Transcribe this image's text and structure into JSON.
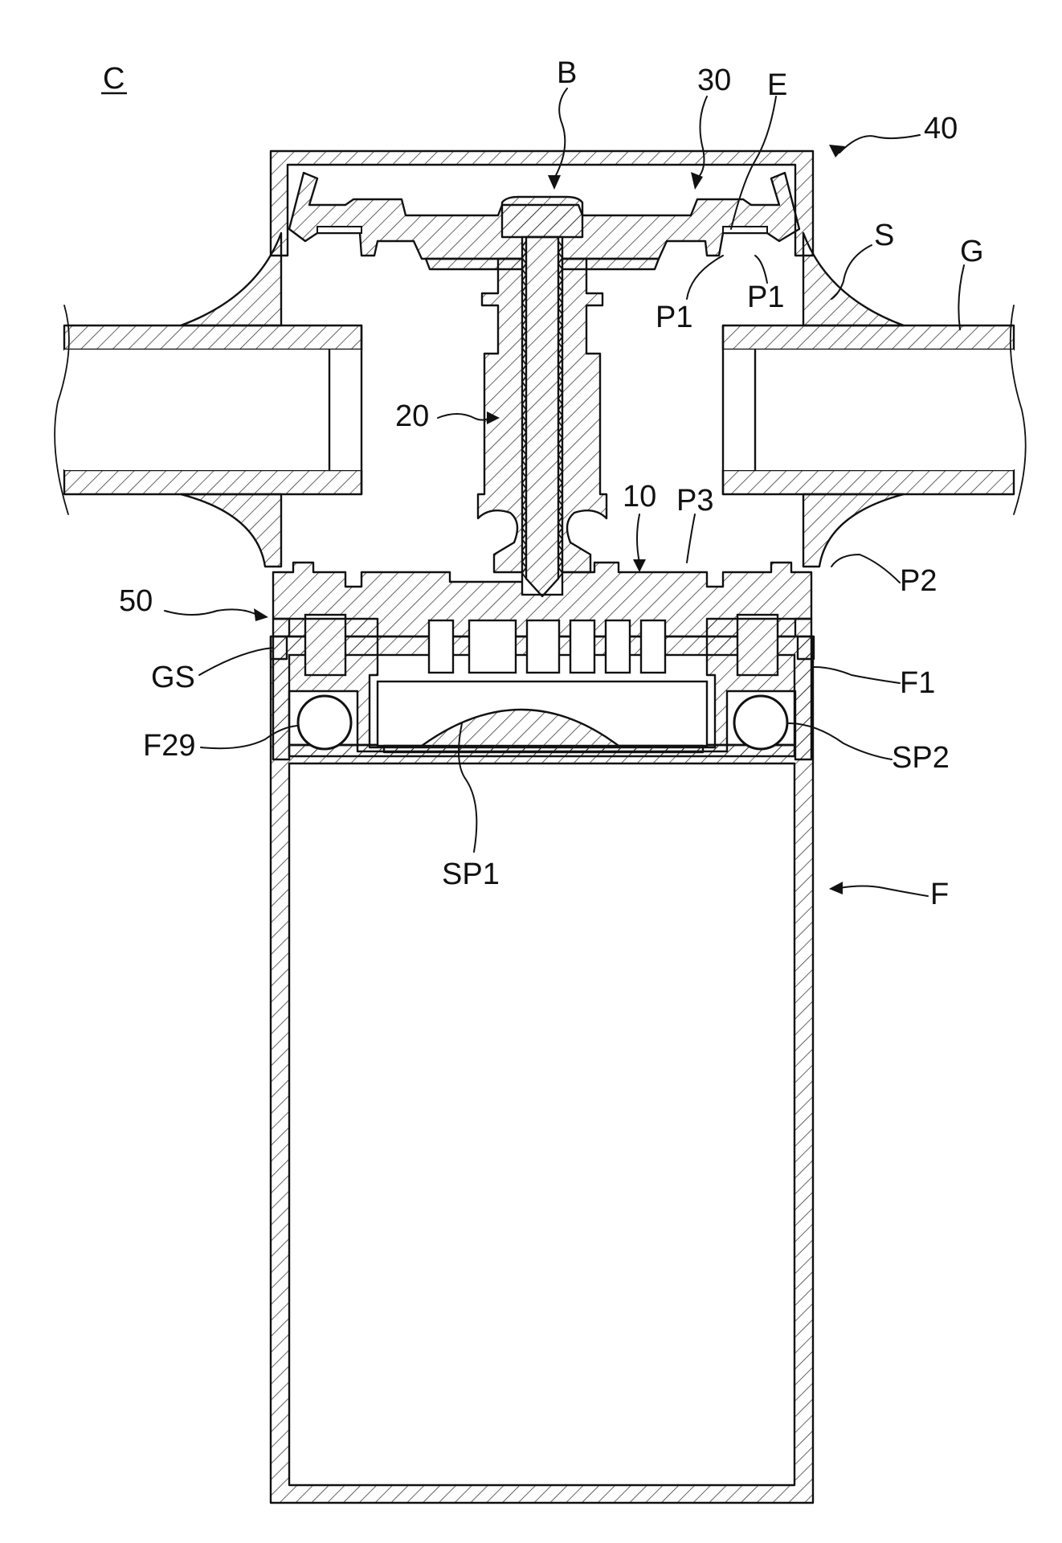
{
  "labels": {
    "view": "C",
    "bolt": "B",
    "cap_member": "30",
    "recess": "E",
    "cover": "40",
    "seal": "S",
    "glass": "G",
    "proj_p1_left": "P1",
    "proj_p1_right": "P1",
    "connector": "20",
    "base_member": "10",
    "proj_p3": "P3",
    "proj_p2": "P2",
    "gasket_frame": "50",
    "gasket": "GS",
    "frame_top": "F1",
    "groove": "F29",
    "spring2": "SP2",
    "spring1": "SP1",
    "frame": "F"
  }
}
